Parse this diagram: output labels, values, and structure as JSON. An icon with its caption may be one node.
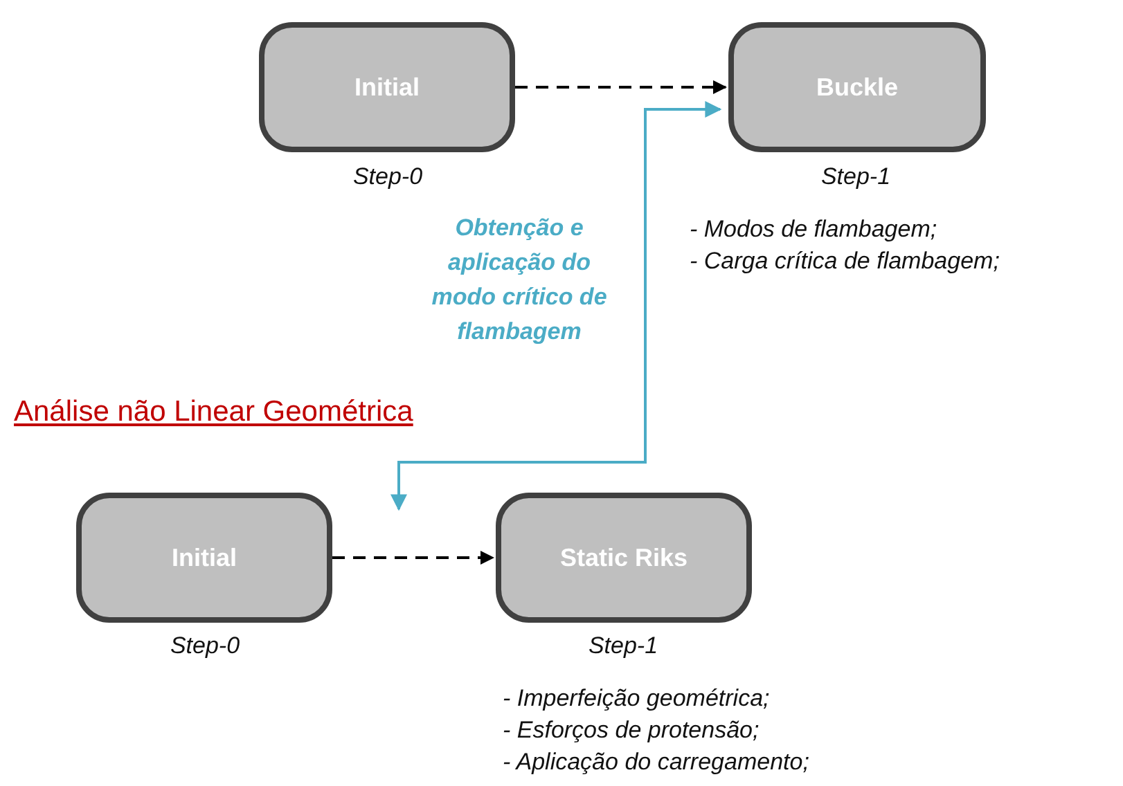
{
  "diagram": {
    "nodes": [
      {
        "text": [
          "Initial"
        ],
        "beside": [
          "Step-0"
        ]
      },
      {
        "text": [
          "Buckle"
        ],
        "beside": [
          "Step-1",
          "- Modos de flambagem;",
          "- Carga crítica de flambagem;"
        ]
      },
      {
        "text": [
          "Initial"
        ],
        "beside": [
          "Step-0"
        ]
      },
      {
        "text": [
          "Static Riks"
        ],
        "beside": [
          "Step-1",
          "- Imperfeição geométrica;",
          "- Esforços de protensão;",
          "- Aplicação do carregamento;"
        ]
      }
    ],
    "edges": [
      {
        "from": 0,
        "to": 1,
        "arrow": "to",
        "style": "dashed"
      },
      {
        "from": 2,
        "to": 3,
        "arrow": "to",
        "style": "dashed"
      },
      {
        "from": null,
        "to": 1,
        "arrow": "both",
        "label": "Obtenção e aplicação do modo crítico de flambagem",
        "color": "#4bacc6"
      }
    ],
    "labels": [
      "Análise não Linear Geométrica"
    ]
  }
}
